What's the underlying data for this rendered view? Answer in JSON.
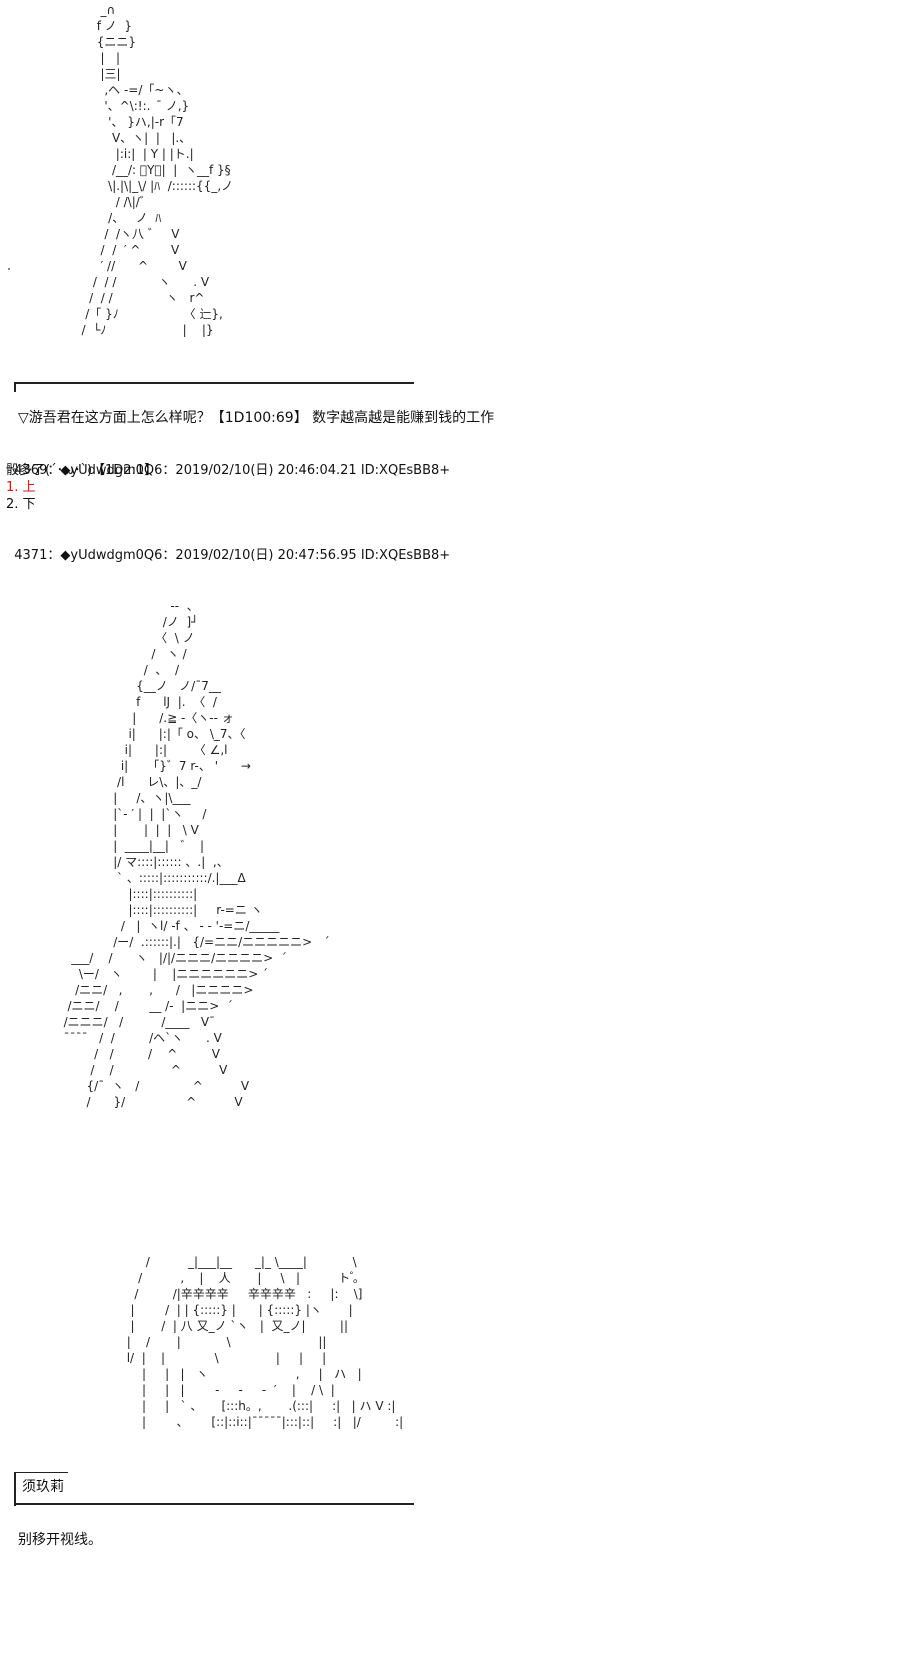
{
  "art": {
    "figure_top": [
      "        _∩",
      "       f ノ  }",
      "       {ニニ}",
      "        |   |",
      "        |三|",
      "         ,ヘ -=/「~ヽ、",
      "         '、^\\:!:.   ̄ ノ,}",
      "          '、 }ハ,|-r「7",
      "           V、ヽ|  |   |.、",
      "            |:i:|  | Y | |ト.|",
      "           /__/: ゚Y゚|  |  ヽ__f }§",
      "          \\|.|\\|_\\/ |ﾊ  /::::::{{_,ノ",
      "            / /\\|/゛",
      "          /、   ノ  ﾊ",
      "         /  /ヽ八 ゛   V",
      "        /  /  ′ ^        V",
      "        ′ //      ^        V",
      "      /  / /           ヽ      . V",
      "     /  / /              ヽ   r^",
      "    /「 }ﾉ                 〈 辷},",
      "   /  └ﾉ                    |    |}"
    ],
    "figure_middle": [
      "                              --  、",
      "                            /ノ  ]┘",
      "                          〈  \\ ノ",
      "                         /   ヽ /",
      "                       /  、  /",
      "                     {__ノ   ノ/¯7__",
      "                     f      lJ  |.  〈  /",
      "                    |      /.≧ -〈ヽ-- ォ",
      "                   i|      |:|「 o、 \\_7、〈",
      "                  i|      |:|       〈 ∠,l",
      "                 i|     「}゛7 r-、 '      →",
      "                /l      レ\\、|、_/",
      "               |     /、ヽ|\\___",
      "               |`- ′ |  |  |`ヽ     /",
      "               |       |  |  |   \\ V",
      "               |  ____|__|   ゛  |",
      "               |/ マ::::|:::::: 、.|  ,、",
      "                ` 、:::::|:::::::::::/.|___Δ",
      "                   |::::|::::::::::|",
      "                   |::::|::::::::::|     r-=ニ ヽ",
      "                 /   |  ヽl/ -f 、 - - '-=ニ/_____",
      "               /ー/  .::::::|.|   {/=ニニ/ニニニニニ>   ´",
      "    ___/    /      ヽ   |/|/ニニニ/ニニニニ>  ´",
      "      \\ー/   ヽ        |    |ニニニニニニ> ´",
      "     /ニニ/   ,       ,      /   |ニニニニ>",
      "   /ニニ/    /        __ /-  |ニニ>  ´",
      "  /ニニニ/   /          /____   V¯",
      "  ¯¯¯¯   /  /         /ヘ`ヽ      . V",
      "          /   /         /    ^         V",
      "         /    /               ^          V",
      "        {/¯  ヽ   /              ^          V",
      "        /      }/                ^          V"
    ],
    "figure_bottom": [
      "            /          _|___|__      _|_ \\____|            \\",
      "          /          ,    |    人       |     \\   |          ト ゚。",
      "         /         /|辛辛辛辛     辛辛辛辛   :     |:    \\]",
      "        |        /  | | {:::::} |      | {:::::} |ヽ       |",
      "        |       /  | 八 又_ノ `ヽ   |  又_ノ|         ||",
      "       |    /       |            \\                       ||",
      "       l/  |    |             \\               |     |     |",
      "           |     |   |   ヽ                       ,     |   ハ   |",
      "           |     |   |        -     -     -  ′    |    / \\  |",
      "           |     |   ` 、     [:::h。,       .(:::|     :|   | ハ V :|",
      "           |        、      [::|::i::|¯¯¯¯¯|:::|::|     :|   |/         :|"
    ]
  },
  "post_4368": {
    "bracket_label": "",
    "poll_line": "▽游吾君在这方面上怎么样呢？【1D100:69】 数字越高越是能赚到钱的工作"
  },
  "post_4369": {
    "number": "4369",
    "separator": "：",
    "poster": "◆yUdwdgm0Q6",
    "datetime": "：2019/02/10(日) 20:46:04.21",
    "id": "ID:XQEsBB8+",
    "dice_line": "骰多了(´･ω･`)【1D2:1】",
    "options": [
      "1. 上",
      "2. 下"
    ]
  },
  "post_4371": {
    "number": "4371",
    "separator": "：",
    "poster": "◆yUdwdgm0Q6",
    "datetime": "：2019/02/10(日) 20:47:56.95",
    "id": "ID:XQEsBB8+"
  },
  "dialogue": {
    "speaker": "须玖莉",
    "line": "别移开视线。"
  }
}
